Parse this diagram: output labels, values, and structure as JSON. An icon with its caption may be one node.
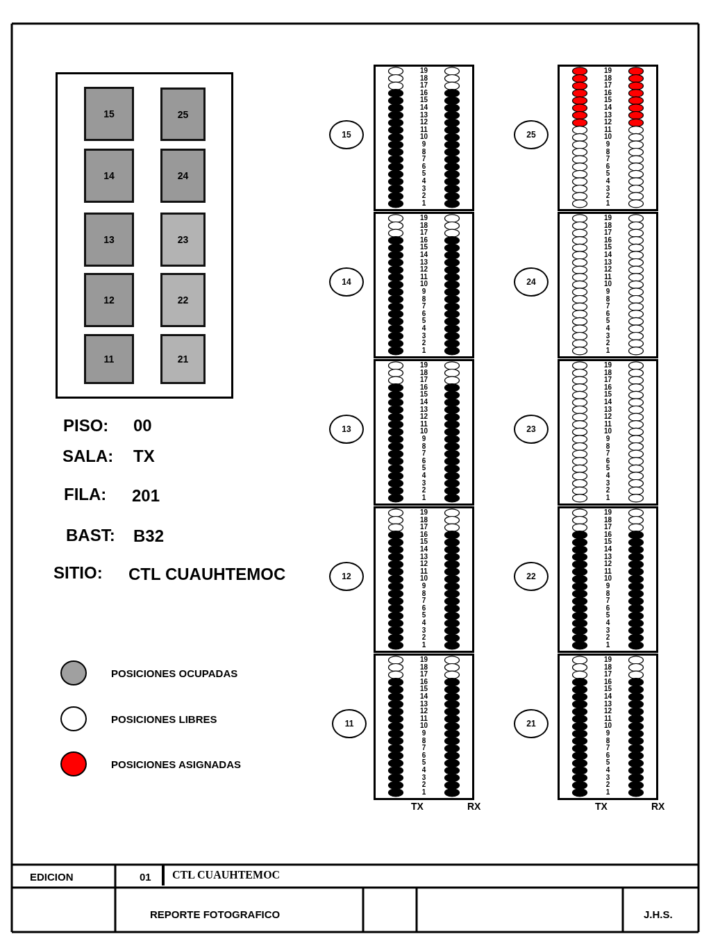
{
  "diagram": {
    "nodes": [
      {
        "text": [],
        "shape": "box"
      },
      {
        "text": [
          "15"
        ],
        "in": 0
      },
      {
        "text": [
          "25"
        ],
        "in": 0
      },
      {
        "text": [
          "14"
        ],
        "in": 0
      },
      {
        "text": [
          "24"
        ],
        "in": 0
      },
      {
        "text": [
          "13"
        ],
        "in": 0
      },
      {
        "text": [
          "23"
        ],
        "in": 0
      },
      {
        "text": [
          "12"
        ],
        "in": 0
      },
      {
        "text": [
          "22"
        ],
        "in": 0
      },
      {
        "text": [
          "11"
        ],
        "in": 0
      },
      {
        "text": [
          "21"
        ],
        "in": 0
      },
      {
        "text": [
          "15"
        ]
      },
      {
        "text": [
          "19 18 17 16 15 14 13 12 11 10 9 8 7 6 5 4 3 2 1"
        ]
      },
      {
        "text": [
          "25"
        ]
      },
      {
        "text": [
          "19 18 17 16 15 14 13 12 11 10 9 8 7 6 5 4 3 2 1"
        ]
      },
      {
        "text": [
          "14"
        ]
      },
      {
        "text": [
          "19 18 17 16 15 14 13 12 11 10 9 8 7 6 5 4 3 2 1"
        ]
      },
      {
        "text": [
          "24"
        ]
      },
      {
        "text": [
          "19 18 17 16 15 14 13 12 11 10 9 8 7 6 5 4 3 2 1"
        ]
      },
      {
        "text": [
          "13"
        ]
      },
      {
        "text": [
          "19 18 17 16 15 14 13 12 11 10 9 8 7 6 5 4 3 2 1"
        ]
      },
      {
        "text": [
          "23"
        ]
      },
      {
        "text": [
          "19 18 17 16 15 14 13 12 11 10 9 8 7 6 5 4 3 2 1"
        ]
      },
      {
        "text": [
          "12"
        ]
      },
      {
        "text": [
          "19 18 17 16 15 14 13 12 11 10 9 8 7 6 5 4 3 2 1"
        ]
      },
      {
        "text": [
          "22"
        ]
      },
      {
        "text": [
          "19 18 17 16 15 14 13 12 11 10 9 8 7 6 5 4 3 2 1"
        ]
      },
      {
        "text": [
          "11"
        ]
      },
      {
        "text": [
          "19 18 17 16 15 14 13 12 11 10 9 8 7 6 5 4 3 2 1"
        ]
      },
      {
        "text": [
          "21"
        ]
      },
      {
        "text": [
          "19 18 17 16 15 14 13 12 11 10 9 8 7 6 5 4 3 2 1"
        ]
      }
    ],
    "edges": [],
    "labels": [
      "PISO:",
      "00",
      "SALA:",
      "TX",
      "FILA:",
      "201",
      "BAST:",
      "B32",
      "SITIO:",
      "CTL CUAUHTEMOC",
      "TX",
      "RX",
      "TX",
      "RX",
      "EDICION",
      "01",
      "CTL CUAUHTEMOC",
      "REPORTE FOTOGRAFICO",
      "J.H.S."
    ],
    "legend": [
      {
        "text": "POSICIONES OCUPADAS",
        "color": "#a0a0a0"
      },
      {
        "text": "POSICIONES LIBRES",
        "color": "#ffffff"
      },
      {
        "text": "POSICIONES ASIGNADAS",
        "color": "#ff0000"
      }
    ]
  }
}
